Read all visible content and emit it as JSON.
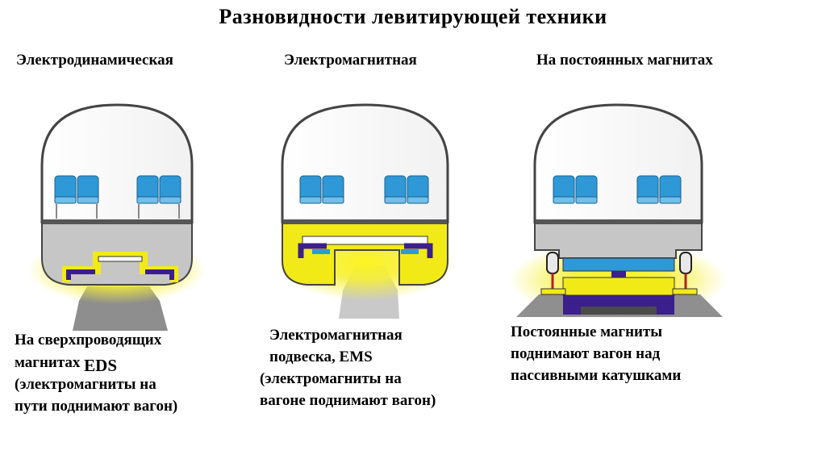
{
  "title": "Разновидности левитирующей техники",
  "panels": [
    {
      "heading": "Электродинамическая",
      "caption_lines": [
        "На сверхпроводящих",
        "магнитах ",
        "EDS",
        "(электромагниты на",
        "пути   поднимают вагон)"
      ]
    },
    {
      "heading": "Электромагнитная",
      "caption_lines": [
        "Электромагнитная",
        "подвеска, EMS",
        "(электромагниты на",
        "вагоне поднимают вагон)"
      ]
    },
    {
      "heading": "На постоянных магнитах",
      "caption_lines": [
        "Постоянные магниты",
        "поднимают вагон над",
        "пассивными катушками"
      ]
    }
  ],
  "colors": {
    "seat": "#2f98d6",
    "magnet": "#3b1f8c",
    "glow": "#f5ef1d",
    "body_gray": "#c6c6c6",
    "track_gray": "#8f8f8f"
  },
  "icons": [
    "seat-icon",
    "magnet-icon",
    "wheel-icon"
  ]
}
